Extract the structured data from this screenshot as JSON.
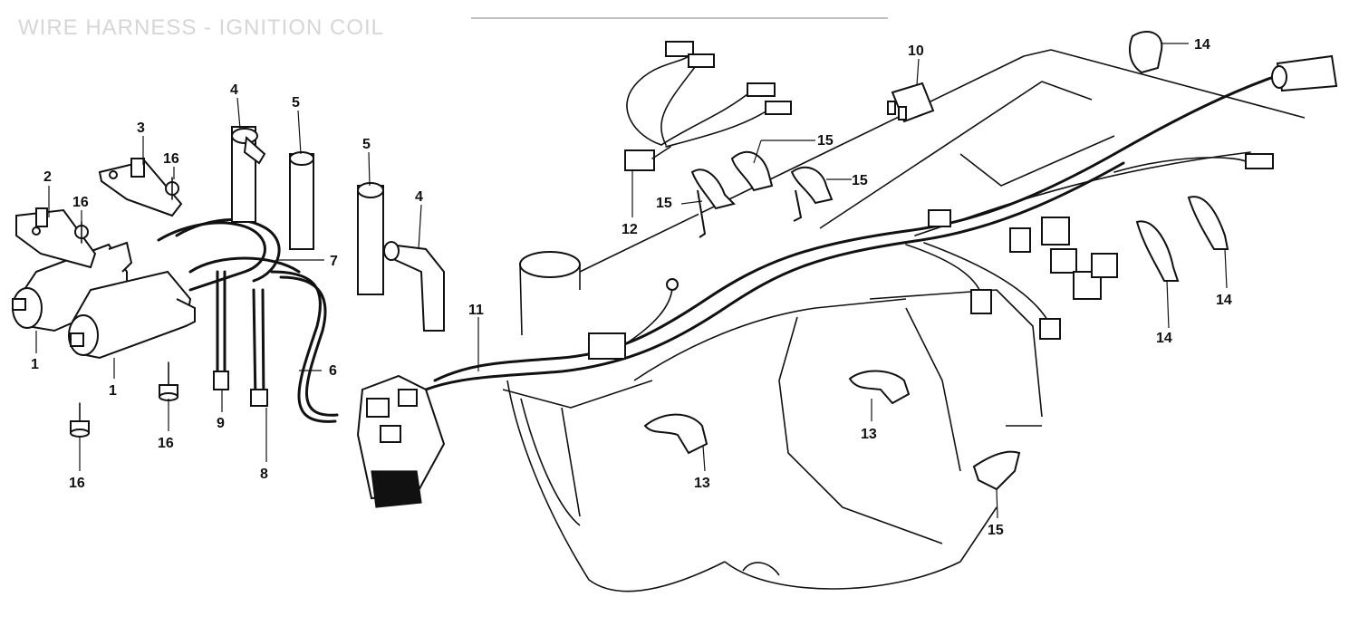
{
  "title": "WIRE HARNESS - IGNITION COIL",
  "colors": {
    "line": "#111111",
    "background": "#ffffff",
    "title": "#d6d6d6"
  },
  "callouts": {
    "c1a": "1",
    "c1b": "1",
    "c2": "2",
    "c3": "3",
    "c4a": "4",
    "c4b": "4",
    "c5a": "5",
    "c5b": "5",
    "c6": "6",
    "c7": "7",
    "c8": "8",
    "c9": "9",
    "c10": "10",
    "c11": "11",
    "c12": "12",
    "c13a": "13",
    "c13b": "13",
    "c14a": "14",
    "c14b": "14",
    "c14c": "14",
    "c15a": "15",
    "c15b": "15",
    "c15c": "15",
    "c15d": "15",
    "c16a": "16",
    "c16b": "16",
    "c16c": "16",
    "c16d": "16"
  }
}
